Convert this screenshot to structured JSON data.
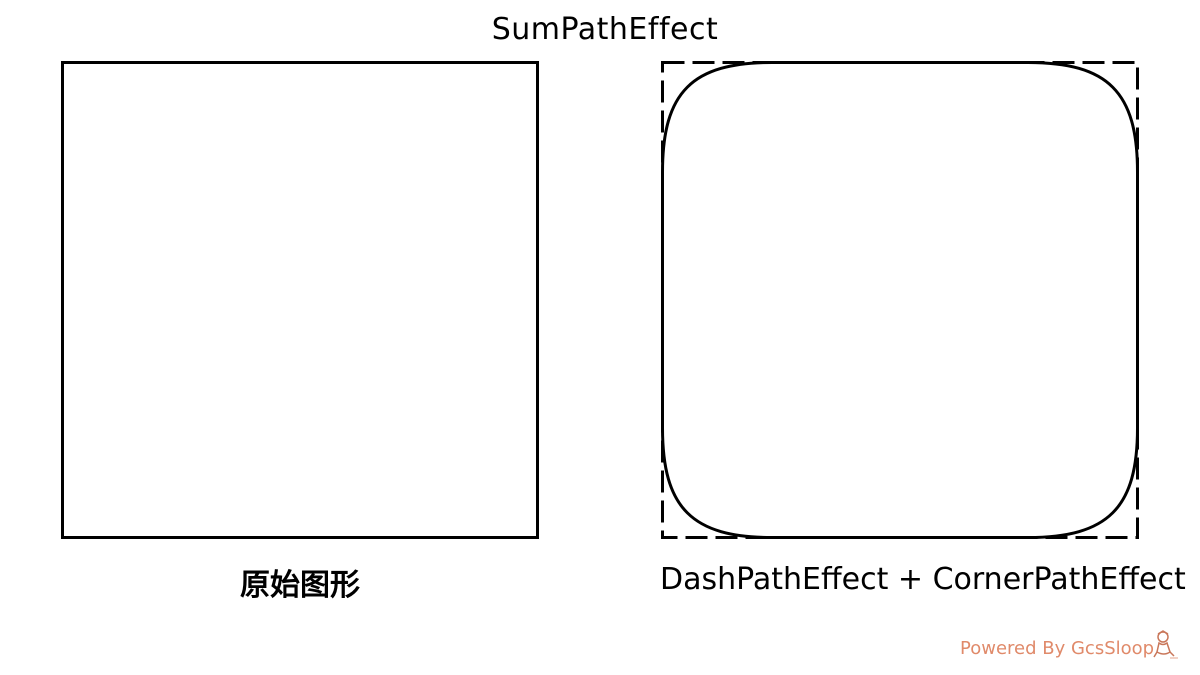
{
  "title": "SumPathEffect",
  "panels": [
    {
      "caption": "原始图形"
    },
    {
      "caption": "DashPathEffect + CornerPathEffect"
    }
  ],
  "credit": "Powered By GcsSloop",
  "colors": {
    "stroke": "#000000",
    "background": "#ffffff",
    "credit": "#e08a6a"
  },
  "icons": [
    "gcssloop-logo-icon"
  ]
}
